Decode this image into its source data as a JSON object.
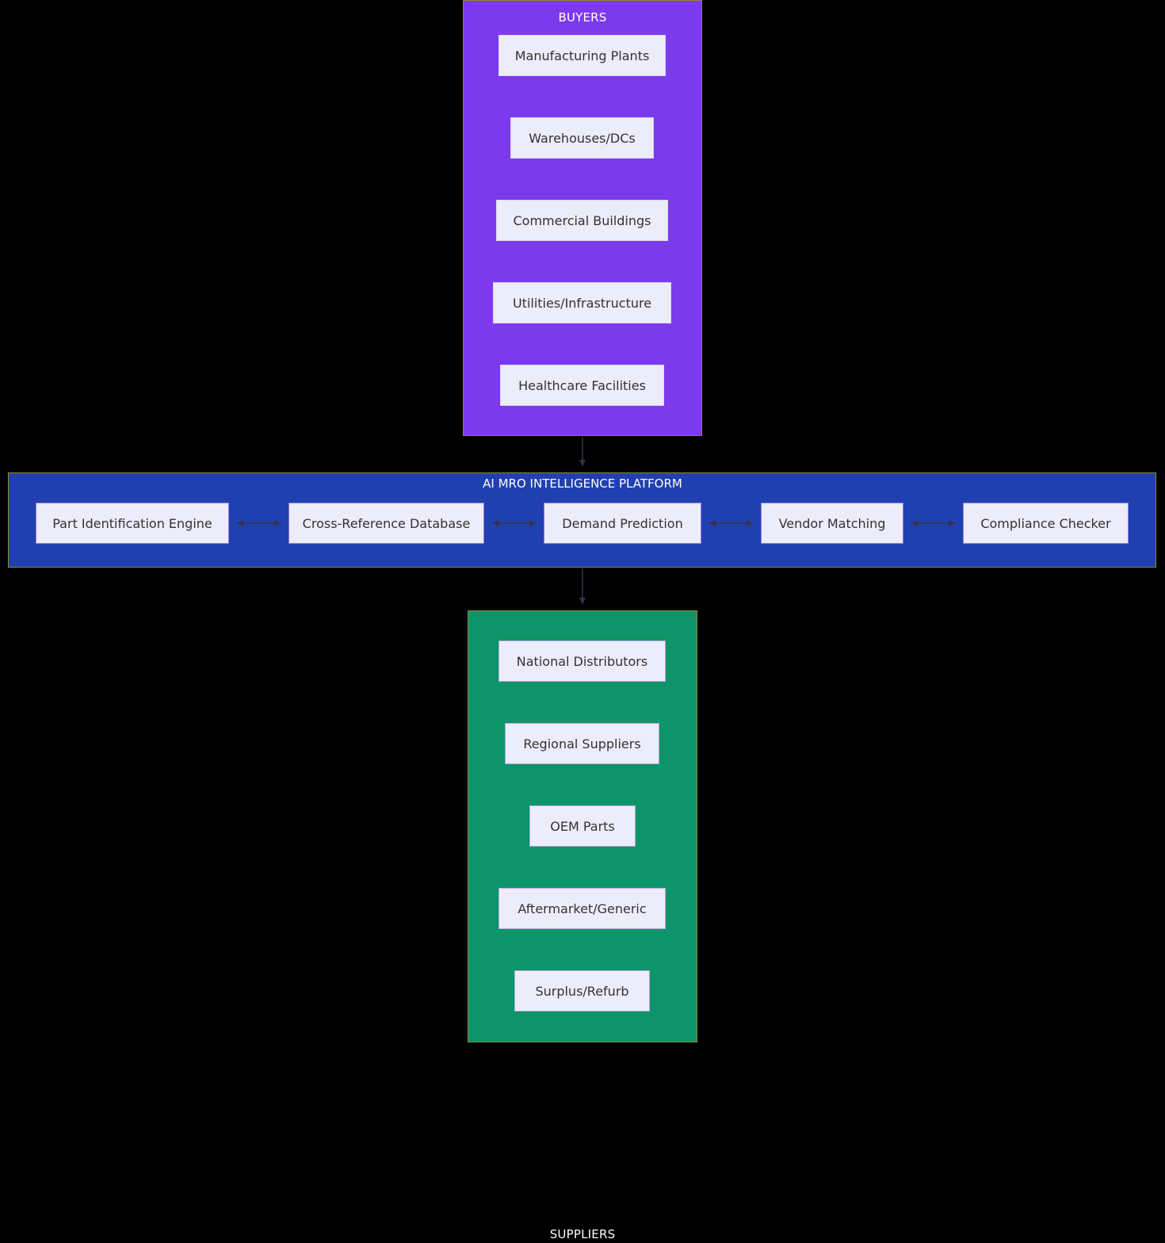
{
  "diagram": {
    "type": "flowchart",
    "background": "#000000",
    "colors": {
      "buyers_fill": "#7c3aed",
      "platform_fill": "#2040b0",
      "suppliers_fill": "#0d9469",
      "node_fill": "#ececfb",
      "node_text": "#333333",
      "subgraph_border": "#8c8c2e",
      "arrow": "#333344",
      "title_text": "#ffffff"
    },
    "groups": [
      {
        "id": "buyers",
        "title": "BUYERS",
        "nodes": [
          {
            "id": "manufacturing-plants",
            "label": "Manufacturing Plants"
          },
          {
            "id": "warehouses-dcs",
            "label": "Warehouses/DCs"
          },
          {
            "id": "commercial-buildings",
            "label": "Commercial Buildings"
          },
          {
            "id": "utilities-infrastructure",
            "label": "Utilities/Infrastructure"
          },
          {
            "id": "healthcare-facilities",
            "label": "Healthcare Facilities"
          }
        ]
      },
      {
        "id": "platform",
        "title": "AI MRO INTELLIGENCE PLATFORM",
        "nodes": [
          {
            "id": "part-identification-engine",
            "label": "Part Identification Engine"
          },
          {
            "id": "cross-reference-database",
            "label": "Cross-Reference Database"
          },
          {
            "id": "demand-prediction",
            "label": "Demand Prediction"
          },
          {
            "id": "vendor-matching",
            "label": "Vendor Matching"
          },
          {
            "id": "compliance-checker",
            "label": "Compliance Checker"
          }
        ]
      },
      {
        "id": "suppliers",
        "title": "SUPPLIERS",
        "nodes": [
          {
            "id": "national-distributors",
            "label": "National Distributors"
          },
          {
            "id": "regional-suppliers",
            "label": "Regional Suppliers"
          },
          {
            "id": "oem-parts",
            "label": "OEM Parts"
          },
          {
            "id": "aftermarket-generic",
            "label": "Aftermarket/Generic"
          },
          {
            "id": "surplus-refurb",
            "label": "Surplus/Refurb"
          }
        ]
      }
    ],
    "edges": [
      {
        "from": "buyers",
        "to": "platform",
        "direction": "down",
        "bidirectional": false
      },
      {
        "from": "platform",
        "to": "suppliers",
        "direction": "down",
        "bidirectional": false
      },
      {
        "from": "part-identification-engine",
        "to": "cross-reference-database",
        "bidirectional": true
      },
      {
        "from": "cross-reference-database",
        "to": "demand-prediction",
        "bidirectional": true
      },
      {
        "from": "demand-prediction",
        "to": "vendor-matching",
        "bidirectional": true
      },
      {
        "from": "vendor-matching",
        "to": "compliance-checker",
        "bidirectional": true
      }
    ]
  }
}
